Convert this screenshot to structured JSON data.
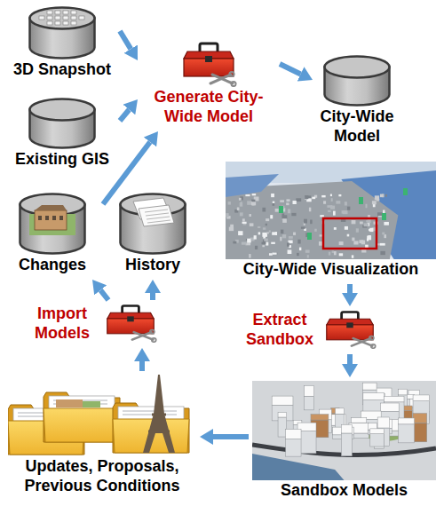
{
  "diagram": {
    "nodes": [
      {
        "text": [
          "3D Snapshot"
        ]
      },
      {
        "text": [
          "Generate City-Wide Model"
        ]
      },
      {
        "text": [
          "City-Wide Model"
        ]
      },
      {
        "text": [
          "Existing GIS"
        ]
      },
      {
        "text": [
          "Changes"
        ]
      },
      {
        "text": [
          "History"
        ]
      },
      {
        "text": [
          "City-Wide Visualization"
        ]
      },
      {
        "text": [
          "Import Models"
        ]
      },
      {
        "text": [
          "Extract Sandbox"
        ]
      },
      {
        "text": [
          "Updates, Proposals, Previous Conditions"
        ]
      },
      {
        "text": [
          "Sandbox Models"
        ]
      }
    ],
    "edges": [
      {
        "from": 0,
        "to": 1,
        "arrow": "to"
      },
      {
        "from": 3,
        "to": 1,
        "arrow": "to"
      },
      {
        "from": 4,
        "to": 1,
        "arrow": "to"
      },
      {
        "from": 1,
        "to": 2,
        "arrow": "to"
      },
      {
        "from": 6,
        "to": 8,
        "arrow": "to"
      },
      {
        "from": 8,
        "to": 10,
        "arrow": "to"
      },
      {
        "from": 10,
        "to": 9,
        "arrow": "to"
      },
      {
        "from": 9,
        "to": 7,
        "arrow": "to"
      },
      {
        "from": 7,
        "to": 4,
        "arrow": "to"
      },
      {
        "from": 7,
        "to": 5,
        "arrow": "to"
      }
    ]
  }
}
